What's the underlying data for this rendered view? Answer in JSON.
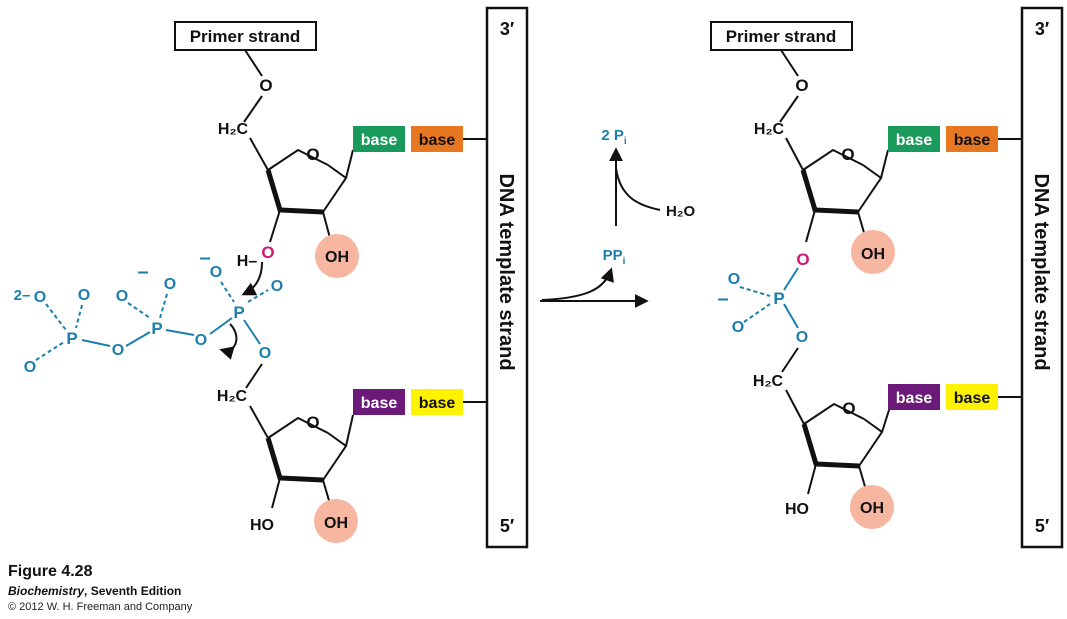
{
  "colors": {
    "phosphate_blue": "#1b7fae",
    "oxygen_magenta": "#d1167a",
    "base_green": "#1a9a5a",
    "base_orange": "#e87722",
    "base_purple": "#6b1a7a",
    "base_yellow": "#fff200",
    "oh_highlight": "#f6b6a0"
  },
  "labels": {
    "primer_strand": "Primer strand",
    "prime_3": "3′",
    "prime_5": "5′",
    "template_strand": "DNA template strand",
    "base": "base",
    "oh": "OH",
    "ho": "HO",
    "o": "O",
    "p": "P",
    "h2c": "H₂C",
    "h_dash": "H–",
    "minus": "–",
    "two_minus": "2–"
  },
  "reaction": {
    "pp": "PP",
    "pp_sub": "i",
    "two_p": "2 P",
    "two_p_sub": "i",
    "h2o": "H₂O"
  },
  "caption": {
    "figure": "Figure 4.28",
    "book": "Biochemistry",
    "edition": ", Seventh Edition",
    "copyright": "© 2012 W. H. Freeman and Company"
  }
}
